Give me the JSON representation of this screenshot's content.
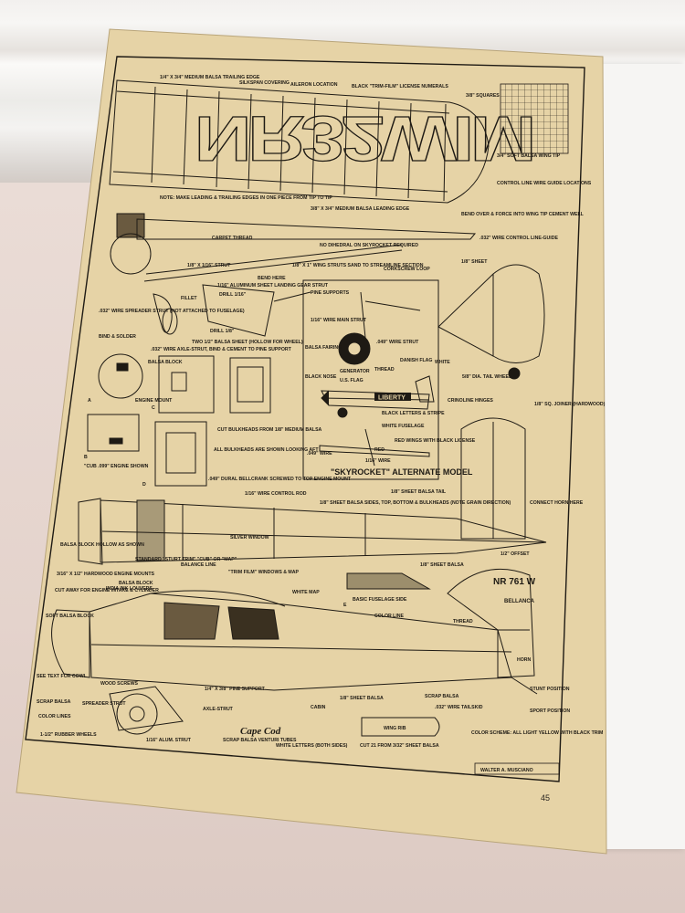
{
  "page_number": "45",
  "author": "WALTER A. MUSCIANO",
  "wing_registration": "NR32WIM",
  "fuselage_registration": "NR 761 W",
  "tail_name": "BELLANCA",
  "model_name": "\"SKYROCKET\" ALTERNATE MODEL",
  "cowl_name": "Cape Cod",
  "fuselage_banner": "LIBERTY",
  "labels": {
    "l01": "1/4\" X 3/4\" MEDIUM BALSA TRAILING EDGE",
    "l02": "SILKSPAN COVERING",
    "l03": "AILERON LOCATION",
    "l04": "BLACK \"TRIM-FILM\" LICENSE NUMERALS",
    "l05": "3/8\" SQUARES",
    "l06": "3/4\" SOFT BALSA WING TIP",
    "l07": "CONTROL LINE WIRE GUIDE LOCATIONS",
    "l08": "NOTE: MAKE LEADING & TRAILING EDGES IN ONE PIECE FROM TIP TO TIP",
    "l09": "3/8\" X 3/4\" MEDIUM BALSA LEADING EDGE",
    "l10": "BEND OVER & FORCE INTO WING TIP CEMENT WELL",
    "l11": ".032\" WIRE CONTROL LINE-GUIDE",
    "l12": "CARPET THREAD",
    "l13": "NO DIHEDRAL ON SKYROCKET REQUIRED",
    "l14": "1/8\" X 1\" WING STRUTS SAND TO STREAMLINE SECTION",
    "l15": "CORKSCREW LOOP",
    "l16": "1/8\" SHEET",
    "l17": "1/8\" X 1/16\" STRUT",
    "l18": "BEND HERE",
    "l19": "1/16\" ALUMINUM SHEET LANDING GEAR STRUT",
    "l20": "DRILL 1/16\"",
    "l21": "FILLET",
    "l22": ".032\" WIRE SPREADER STRUT (NOT ATTACHED TO FUSELAGE)",
    "l23": "BIND & SOLDER",
    "l24": "DRILL 1/8\"",
    "l25": "TWO 1/2\" BALSA SHEET (HOLLOW FOR WHEEL)",
    "l26": ".032\" WIRE AXLE-STRUT, BIND & CEMENT TO PINE SUPPORT",
    "l27": "PINE SUPPORTS",
    "l28": "1/16\" WIRE MAIN STRUT",
    "l29": ".049\" WIRE STRUT",
    "l30": "BALSA FAIRING",
    "l31": "GENERATOR",
    "l32": "DANISH FLAG",
    "l33": "WHITE",
    "l34": "U.S. FLAG",
    "l35": "THREAD",
    "l36": "BLACK NOSE",
    "l37": "BLACK LETTERS & STRIPE",
    "l38": "WHITE FUSELAGE",
    "l39": "5/8\" DIA. TAIL WHEEL",
    "l40": "RED",
    "l41": "RED WINGS WITH BLACK LICENSE",
    "l42": ".049\" WIRE",
    "l43": "1/16\" WIRE",
    "l44": "BALSA BLOCK",
    "l45": "ENGINE MOUNT",
    "l46": "CUT BULKHEADS FROM 1/8\" MEDIUM BALSA",
    "l47": "ALL BULKHEADS ARE SHOWN LOOKING AFT",
    "l48": "CRINOLINE HINGES",
    "l49": "1/8\" SQ. JOINER (HARDWOOD)",
    "l50": "\"CUB .099\" ENGINE SHOWN",
    "l51": ".049\" DURAL BELLCRANK SCREWED TO TOP ENGINE MOUNT",
    "l52": "1/16\" WIRE CONTROL ROD",
    "l53": "1/8\" SHEET BALSA SIDES, TOP, BOTTOM & BULKHEADS (NOTE GRAIN DIRECTION)",
    "l54": "1/8\" SHEET BALSA TAIL",
    "l55": "CONNECT HORN HERE",
    "l56": "BALSA BLOCK HOLLOW AS SHOWN",
    "l57": "SILVER WINDOW",
    "l58": "1/2\" OFFSET",
    "l59": "3/16\" X 1/2\" HARDWOOD ENGINE MOUNTS",
    "l60": "STANDARD \"STURT TRIM\" \"CUB\" OR \"MAP\"",
    "l61": "BALANCE LINE",
    "l62": "BALSA BLOCK",
    "l63": "\"TRIM FILM\" WINDOWS & MAP",
    "l64": "1/8\" SHEET BALSA",
    "l65": "CUT AWAY FOR ENGINE INTAKE & CYLINDER",
    "l66": "INDIA INK LOUVERS",
    "l67": "WHITE MAP",
    "l68": "BASIC FUSELAGE SIDE",
    "l69": "SOFT BALSA BLOCK",
    "l70": "COLOR LINE",
    "l71": "THREAD",
    "l72": "SEE TEXT FOR COWL",
    "l73": "WOOD SCREWS",
    "l74": "HORN",
    "l75": "SCRAP BALSA",
    "l76": "SPREADER STRUT",
    "l77": "1/4\" X 3/8\" PINE SUPPORT",
    "l78": "AXLE-STRUT",
    "l79": "CABIN",
    "l80": "1/8\" SHEET BALSA",
    "l81": "SCRAP BALSA",
    "l82": "STUNT POSITION",
    "l83": ".032\" WIRE TAILSKID",
    "l84": "SPORT POSITION",
    "l85": "COLOR LINES",
    "l86": "SCRAP BALSA VENTURI TUBES",
    "l87": "WHITE LETTERS (BOTH SIDES)",
    "l88": "WING RIB",
    "l89": "COLOR SCHEME: ALL LIGHT YELLOW WITH BLACK TRIM",
    "l90": "1-1/2\" RUBBER WHEELS",
    "l91": "1/16\" ALUM. STRUT",
    "l92": "CUT 21 FROM 3/32\" SHEET BALSA",
    "l93": "A",
    "l94": "B",
    "l95": "C",
    "l96": "D",
    "l97": "E"
  },
  "colors": {
    "paper": "#e6d3a6",
    "ink": "#1e1a14",
    "background_surface": "#e6d8d2"
  }
}
